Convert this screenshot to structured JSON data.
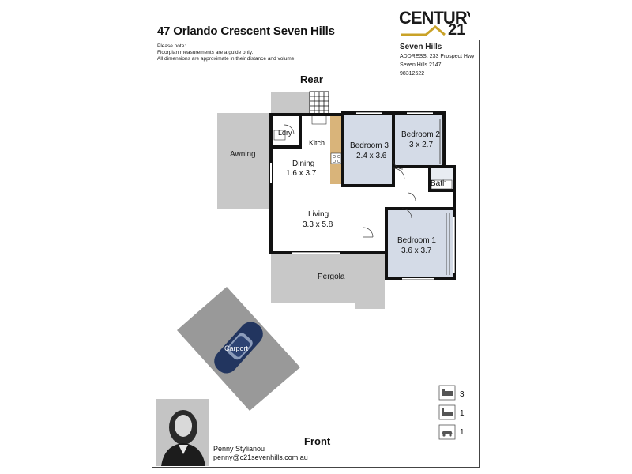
{
  "header": {
    "title": "47 Orlando Crescent Seven Hills",
    "notes": [
      "Please note:",
      "Floorplan measurements are a guide only.",
      "All dimensions are approximate in their distance and volume."
    ]
  },
  "brand": {
    "logo_text": "CENTURY21",
    "accent_color": "#c9a227"
  },
  "office": {
    "name": "Seven Hills",
    "address_line1": "ADDRESS: 233 Prospect Hwy",
    "address_line2": "Seven Hills 2147",
    "phone": "98312622"
  },
  "orientation": {
    "rear": "Rear",
    "front": "Front"
  },
  "rooms": {
    "ldry": "Ldry",
    "kitch": "Kitch",
    "dining": "Dining",
    "dining_size": "1.6 x 3.7",
    "living": "Living",
    "living_size": "3.3 x 5.8",
    "bed3": "Bedroom 3",
    "bed3_size": "2.4 x 3.6",
    "bed2": "Bedroom 2",
    "bed2_size": "3 x 2.7",
    "bath": "Bath",
    "bed1": "Bedroom 1",
    "bed1_size": "3.6 x 3.7",
    "awning": "Awning",
    "pergola": "Pergola",
    "carport": "Carport"
  },
  "agent": {
    "name": "Penny Stylianou",
    "email": "penny@c21sevenhills.com.au"
  },
  "stats": {
    "bedrooms": "3",
    "bathrooms": "1",
    "parking": "1"
  },
  "colors": {
    "room_fill": "#d4dbe7",
    "outdoor_fill": "#c8c8c8",
    "wall": "#111111",
    "kitchen_bench": "#d9b47a",
    "car": "#22355f"
  }
}
